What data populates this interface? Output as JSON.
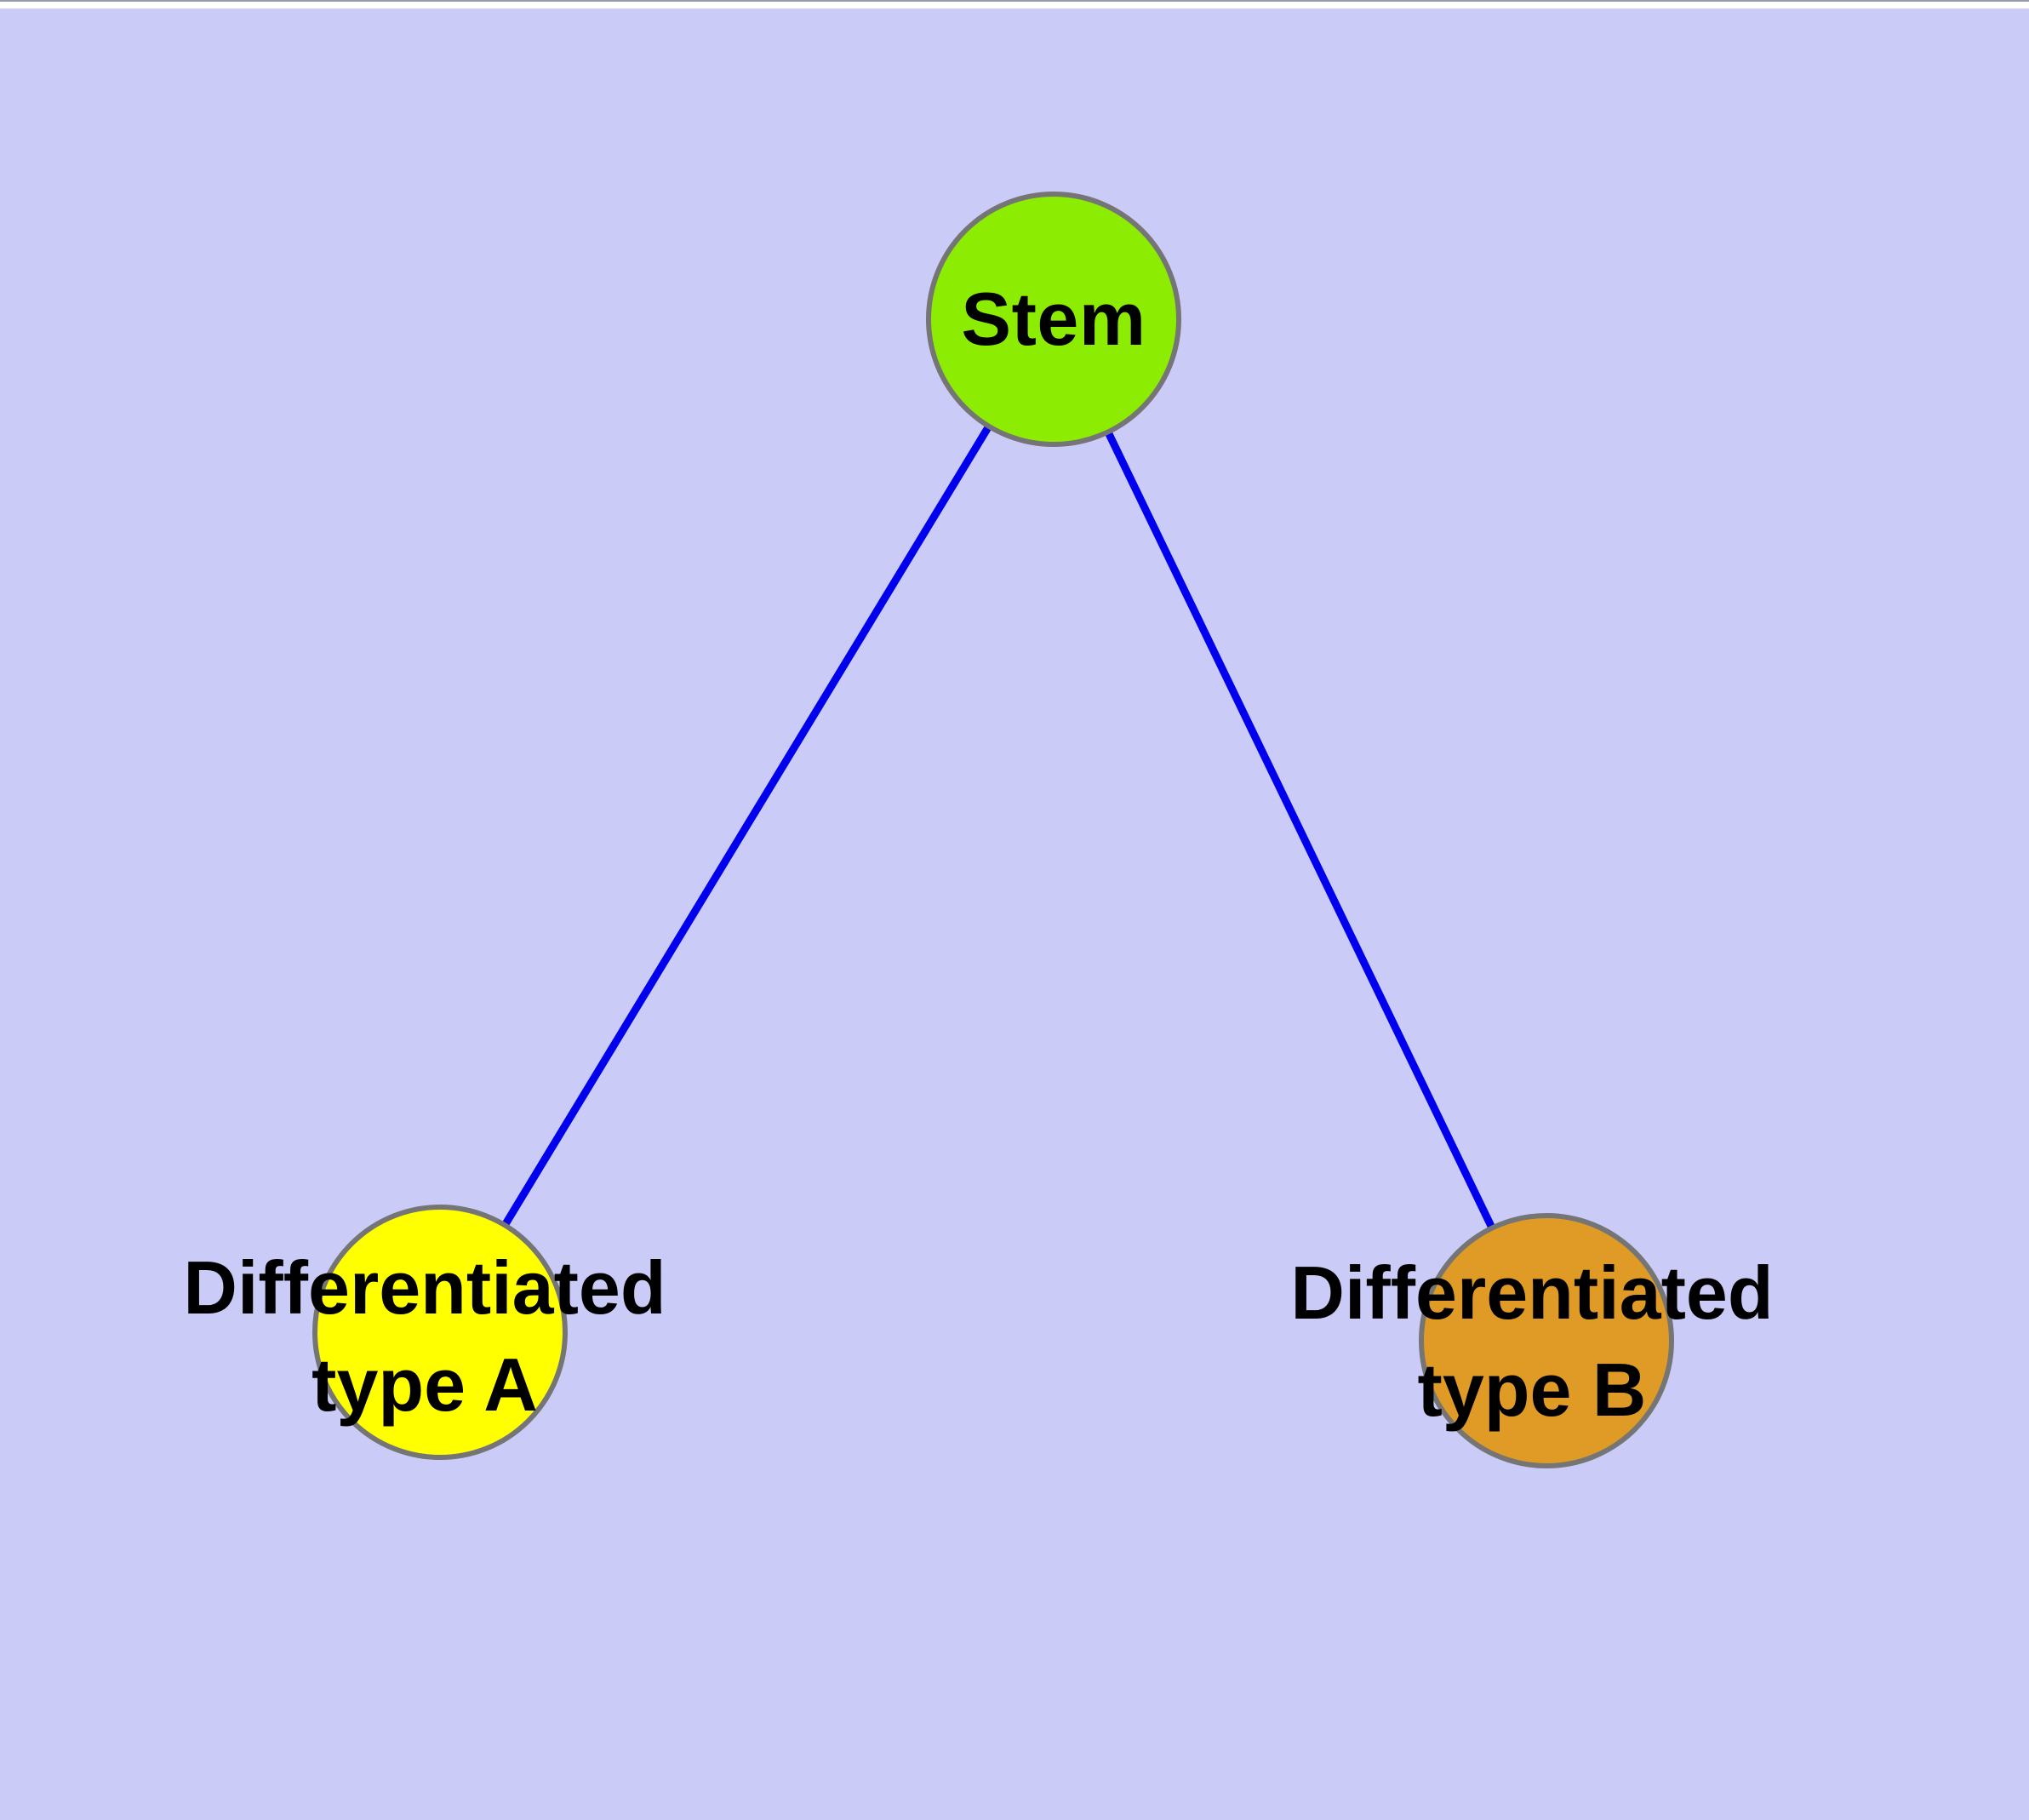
{
  "diagram": {
    "background_color": "#CBCBF8",
    "edge_color": "#0000EE",
    "node_border_color": "#757575",
    "text_color": "#000000",
    "nodes": {
      "stem": {
        "label": "Stem",
        "fill": "#8CEC02"
      },
      "type_a": {
        "line1": "Differentiated",
        "line2": "type A",
        "fill": "#FFFF00"
      },
      "type_b": {
        "line1": "Differentiated",
        "line2": "type B",
        "fill": "#E09B26"
      }
    },
    "edges": [
      {
        "from": "Stem",
        "to": "Differentiated type A"
      },
      {
        "from": "Stem",
        "to": "Differentiated type B"
      }
    ]
  }
}
